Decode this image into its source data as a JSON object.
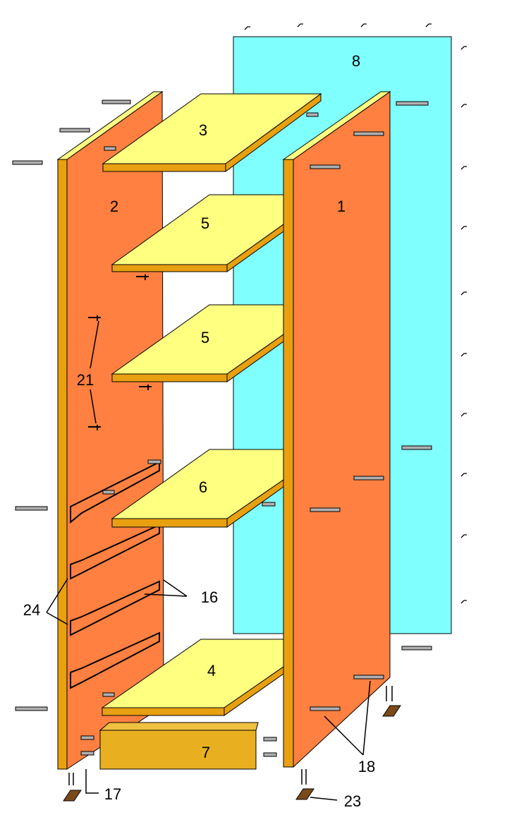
{
  "diagram": {
    "type": "exploded furniture assembly drawing",
    "colors": {
      "back_panel": "#80FFFF",
      "side_panel": "#FF8040",
      "panel_edge": "#E8A010",
      "shelf_top": "#FFFF80",
      "drawer_box": "#E8B020",
      "foot": "#7A4A1A"
    },
    "labels": {
      "back_panel": "8",
      "top_shelf": "3",
      "left_side": "2",
      "right_side": "1",
      "shelf_upper": "5",
      "shelf_middle": "5",
      "connector": "21",
      "shelf_lower": "6",
      "hinge": "24",
      "screws": "16",
      "bottom_shelf": "4",
      "plinth": "7",
      "bolts": "18",
      "dowels": "17",
      "feet": "23"
    }
  }
}
